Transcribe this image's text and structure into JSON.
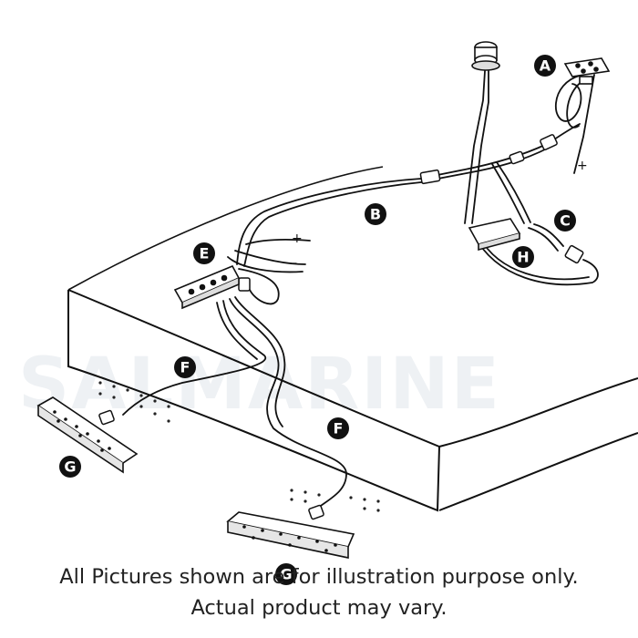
{
  "watermark": "SALMARINE",
  "callouts": {
    "a": "A",
    "b": "B",
    "c": "C",
    "e": "E",
    "f1": "F",
    "f2": "F",
    "g1": "G",
    "g2": "G",
    "h": "H"
  },
  "polarity": {
    "switch_plus": "+",
    "e_plus": "+",
    "e_minus": "-"
  },
  "disclaimer": {
    "line1": "All Pictures shown are for illustration purpose only.",
    "line2": "Actual product may vary."
  }
}
